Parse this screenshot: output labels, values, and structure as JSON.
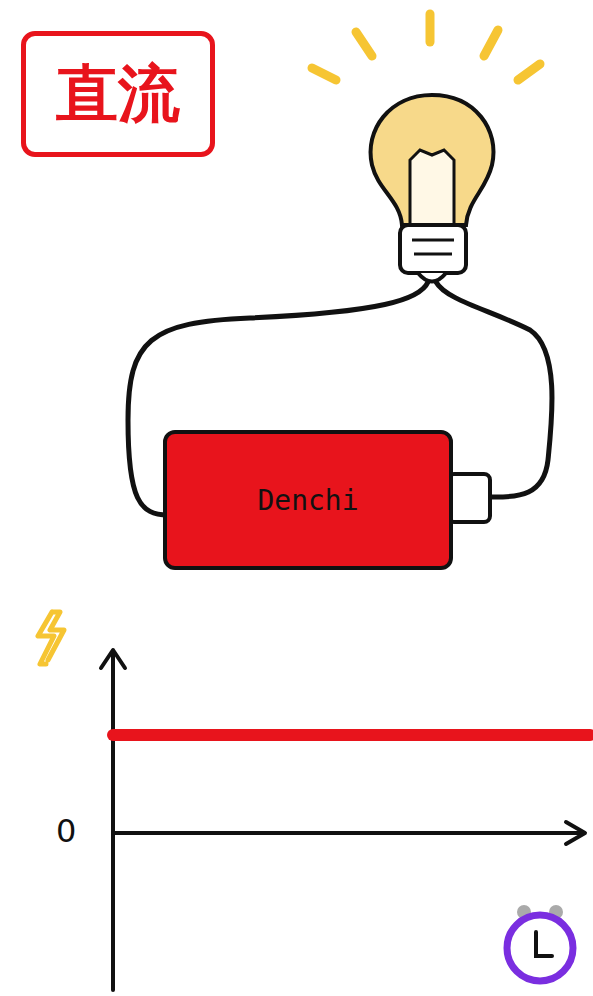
{
  "diagram": {
    "nodes": [
      {
        "text": [
          "直流"
        ]
      },
      {
        "text": [
          "Denchi"
        ]
      }
    ],
    "labels": [
      "0"
    ]
  }
}
